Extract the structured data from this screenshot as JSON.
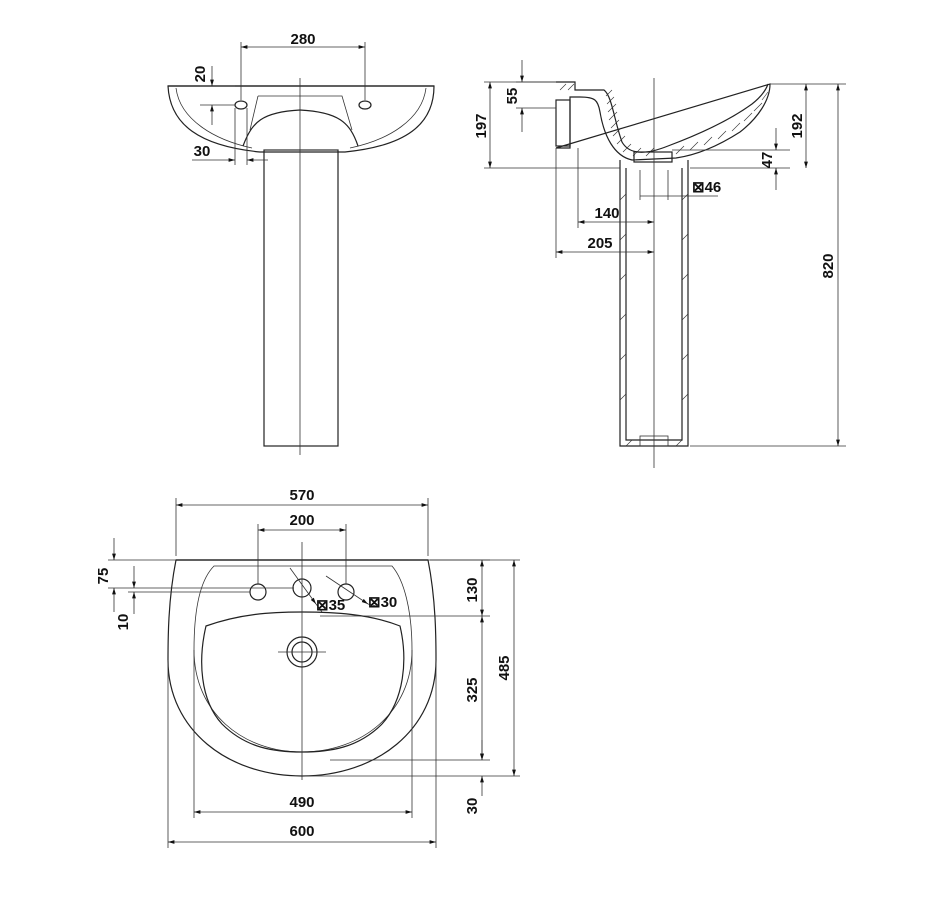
{
  "diagram": {
    "front_view": {
      "dim_hole_spacing": "280",
      "dim_hole_offset_top": "20",
      "dim_hole_width": "30"
    },
    "side_view": {
      "dim_rim_height": "55",
      "dim_basin_depth": "197",
      "dim_bowl_depth": "192",
      "dim_drain_step": "47",
      "dim_drain_dia": "⊠46",
      "dim_drain_offset": "140",
      "dim_pedestal_offset": "205",
      "dim_total_height": "820"
    },
    "top_view": {
      "dim_inner_width": "570",
      "dim_tap_spacing": "200",
      "dim_rim_to_tap": "75",
      "dim_tap_offset": "10",
      "dim_tap_hole_dia": "⊠35",
      "dim_overflow_dia": "⊠30",
      "dim_rim_section": "130",
      "dim_bowl_length": "325",
      "dim_overall_depth": "485",
      "dim_back_gap": "30",
      "dim_bowl_width": "490",
      "dim_overall_width": "600"
    },
    "colors": {
      "line": "#222222",
      "background": "#ffffff"
    }
  }
}
